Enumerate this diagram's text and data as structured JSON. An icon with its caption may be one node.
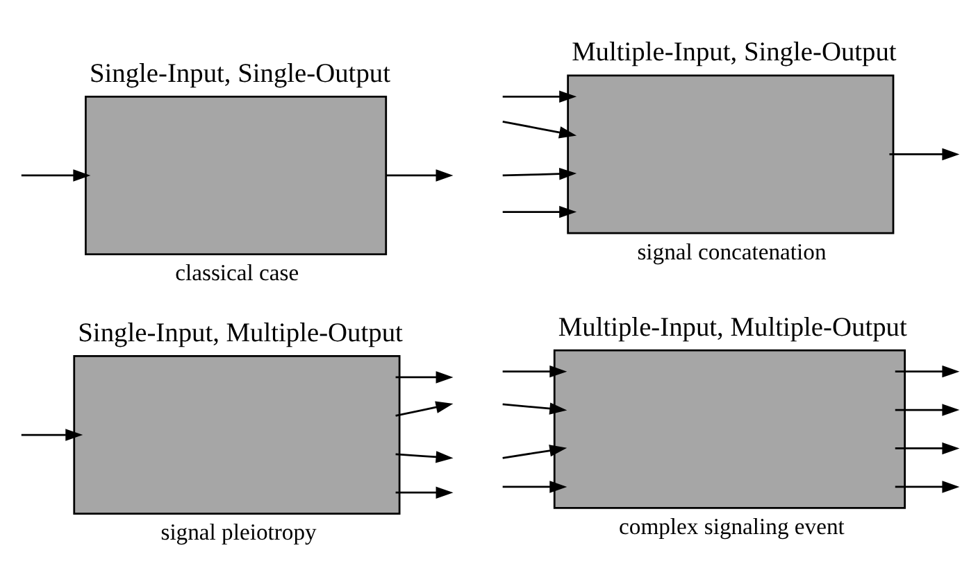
{
  "diagram": {
    "nodes": [
      {
        "text": [
          "Single-Input, Single-Output"
        ],
        "beside": [
          "classical case"
        ]
      },
      {
        "text": [
          "Multiple-Input, Single-Output"
        ],
        "beside": [
          "signal concatenation"
        ]
      },
      {
        "text": [
          "Single-Input, Multiple-Output"
        ],
        "beside": [
          "signal pleiotropy"
        ]
      },
      {
        "text": [
          "Multiple-Input, Multiple-Output"
        ],
        "beside": [
          "complex signaling event"
        ]
      }
    ],
    "edges": [
      {
        "from": null,
        "to": 0,
        "arrow": "to"
      },
      {
        "from": 0,
        "to": null,
        "arrow": "to"
      },
      {
        "from": null,
        "to": 1,
        "arrow": "to"
      },
      {
        "from": null,
        "to": 1,
        "arrow": "to"
      },
      {
        "from": null,
        "to": 1,
        "arrow": "to"
      },
      {
        "from": null,
        "to": 1,
        "arrow": "to"
      },
      {
        "from": 1,
        "to": null,
        "arrow": "to"
      },
      {
        "from": null,
        "to": 2,
        "arrow": "to"
      },
      {
        "from": 2,
        "to": null,
        "arrow": "to"
      },
      {
        "from": 2,
        "to": null,
        "arrow": "to"
      },
      {
        "from": 2,
        "to": null,
        "arrow": "to"
      },
      {
        "from": 2,
        "to": null,
        "arrow": "to"
      },
      {
        "from": null,
        "to": 3,
        "arrow": "to"
      },
      {
        "from": null,
        "to": 3,
        "arrow": "to"
      },
      {
        "from": null,
        "to": 3,
        "arrow": "to"
      },
      {
        "from": null,
        "to": 3,
        "arrow": "to"
      },
      {
        "from": 3,
        "to": null,
        "arrow": "to"
      },
      {
        "from": 3,
        "to": null,
        "arrow": "to"
      },
      {
        "from": 3,
        "to": null,
        "arrow": "to"
      },
      {
        "from": 3,
        "to": null,
        "arrow": "to"
      }
    ]
  }
}
